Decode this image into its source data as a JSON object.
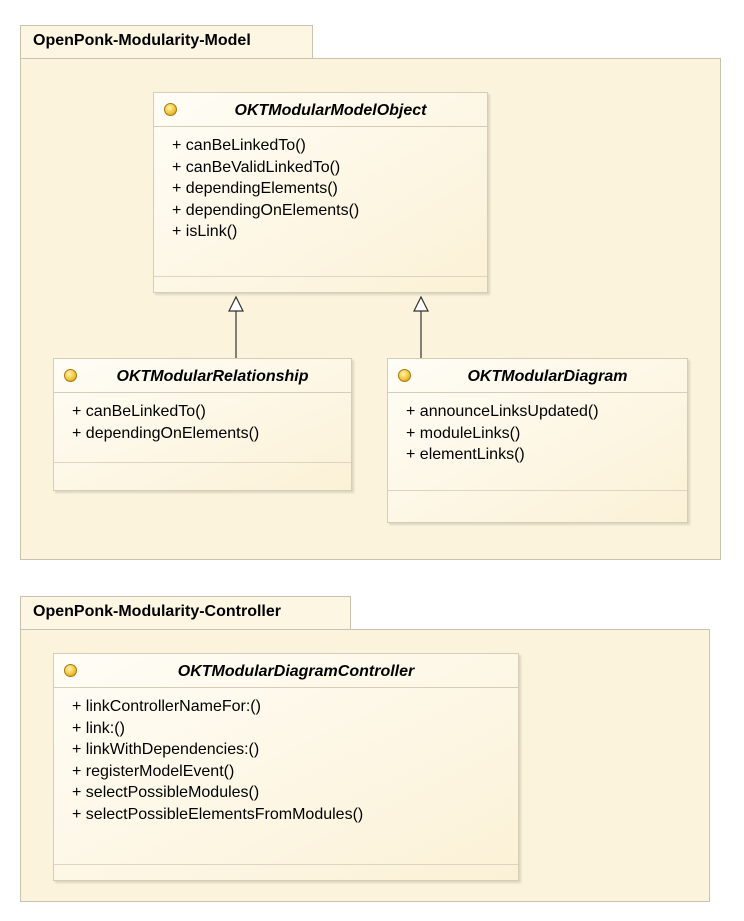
{
  "packages": [
    {
      "name": "OpenPonk-Modularity-Model",
      "classes": [
        {
          "name": "OKTModularModelObject",
          "operations": [
            "+ canBeLinkedTo()",
            "+ canBeValidLinkedTo()",
            "+ dependingElements()",
            "+ dependingOnElements()",
            "+ isLink()"
          ]
        },
        {
          "name": "OKTModularRelationship",
          "operations": [
            "+ canBeLinkedTo()",
            "+ dependingOnElements()"
          ]
        },
        {
          "name": "OKTModularDiagram",
          "operations": [
            "+ announceLinksUpdated()",
            "+ moduleLinks()",
            "+ elementLinks()"
          ]
        }
      ]
    },
    {
      "name": "OpenPonk-Modularity-Controller",
      "classes": [
        {
          "name": "OKTModularDiagramController",
          "operations": [
            "+ linkControllerNameFor:()",
            "+ link:()",
            "+ linkWithDependencies:()",
            "+ registerModelEvent()",
            "+ selectPossibleModules()",
            "+ selectPossibleElementsFromModules()"
          ]
        }
      ]
    }
  ],
  "colors": {
    "package_fill": "#fbf3dc",
    "package_border": "#c9c2ae",
    "class_fill": "#fdf7e6",
    "class_border": "#d6cdb7",
    "class_icon": "#f2c53a"
  },
  "icons": {
    "class_icon": "class-stereotype-circle-icon",
    "generalization": "hollow-triangle-arrowhead"
  }
}
